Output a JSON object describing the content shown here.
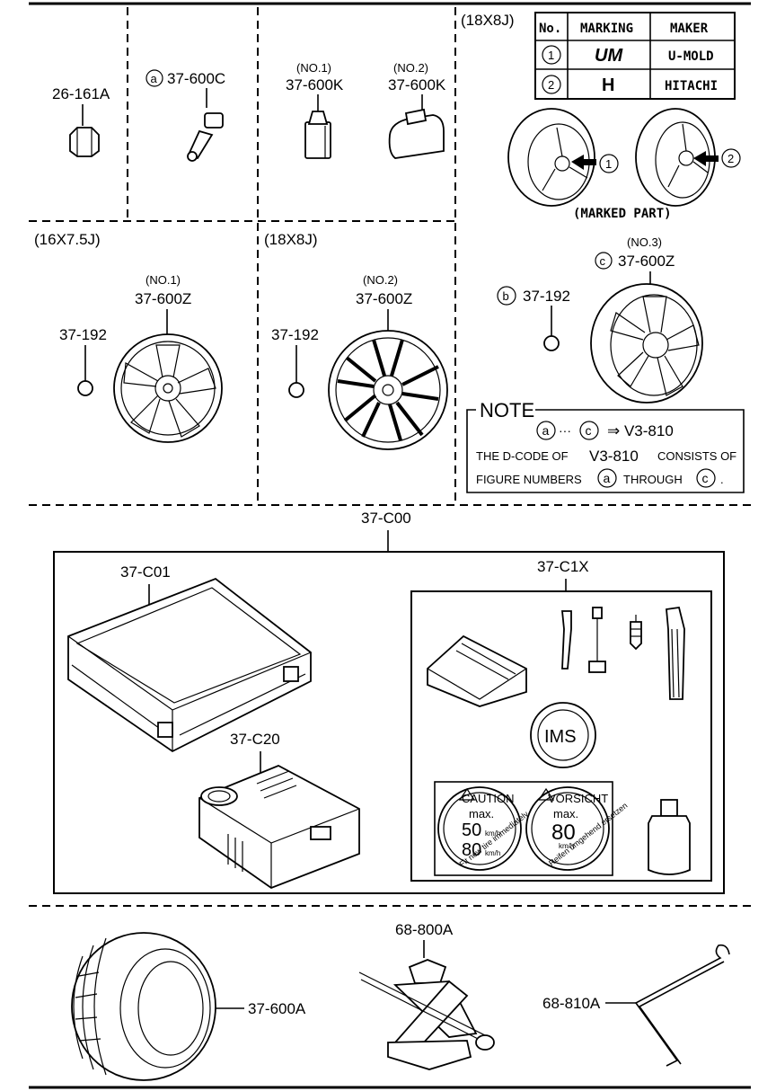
{
  "parts": {
    "p26161a": "26-161A",
    "p37600c": "37-600C",
    "p37600k_1": "37-600K",
    "p37600k_2": "37-600K",
    "no1": "(NO.1)",
    "no2": "(NO.2)",
    "no3": "(NO.3)",
    "p37600z_1": "37-600Z",
    "p37600z_2": "37-600Z",
    "p37600z_3": "37-600Z",
    "p37192_1": "37-192",
    "p37192_2": "37-192",
    "p37192_3": "37-192",
    "p37c00": "37-C00",
    "p37c01": "37-C01",
    "p37c1x": "37-C1X",
    "p37c20": "37-C20",
    "p37600a": "37-600A",
    "p68800a": "68-800A",
    "p68810a": "68-810A"
  },
  "sizes": {
    "s16": "(16X7.5J)",
    "s18a": "(18X8J)",
    "s18b": "(18X8J)"
  },
  "callouts": {
    "a": "a",
    "b": "b",
    "c": "c",
    "one": "1",
    "two": "2"
  },
  "marking_table": {
    "headers": [
      "No.",
      "MARKING",
      "MAKER"
    ],
    "rows": [
      {
        "no": "1",
        "marking": "UM",
        "maker": "U-MOLD"
      },
      {
        "no": "2",
        "marking": "H",
        "maker": "HITACHI"
      }
    ]
  },
  "marked_part": "(MARKED PART)",
  "note": {
    "title": "NOTE",
    "line1_sep": "···",
    "line1_arrow": "⇒ V3-810",
    "line2_a": "THE D-CODE OF",
    "line2_code": "V3-810",
    "line2_b": "CONSISTS OF",
    "line3_a": "FIGURE NUMBERS",
    "line3_b": "THROUGH",
    "line3_end": "."
  },
  "ims": "IMS",
  "sticker_left": {
    "title": "CAUTION",
    "max": "max.",
    "v1": "50",
    "v2": "80",
    "unit": "km/h",
    "arc": "Fit new tire immediately"
  },
  "sticker_right": {
    "title": "VORSICHT",
    "max": "max.",
    "v1": "80",
    "unit": "km/h",
    "arc": "Reifen umgehend ersetzen"
  }
}
